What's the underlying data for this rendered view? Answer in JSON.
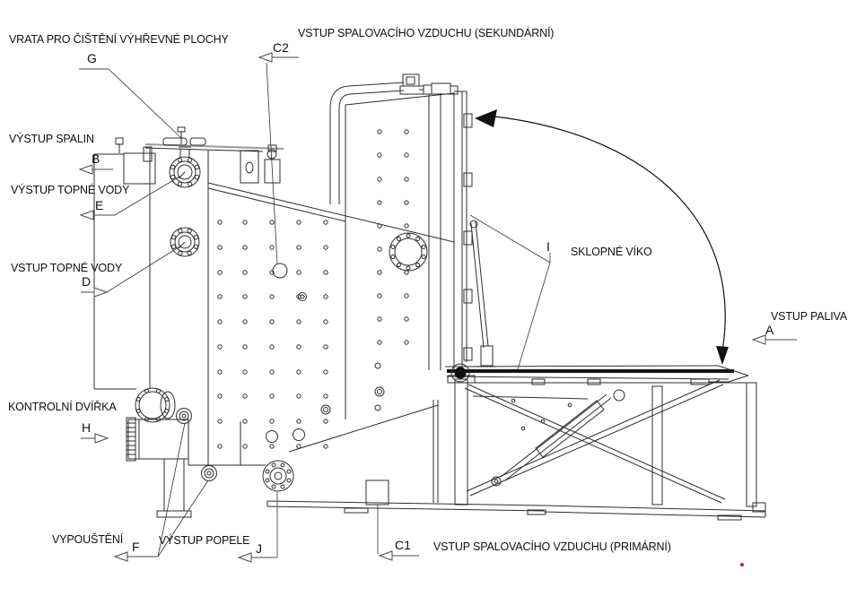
{
  "drawing_type": "boiler-side-view-technical-drawing",
  "colors": {
    "line": "#2e2e2e",
    "text": "#101010",
    "arrow": "#4a4a4a",
    "rail_gray": "#9a9a9a",
    "accent_dot": "#b92b27"
  },
  "callouts": {
    "fuel_inlet": {
      "letter": "A",
      "label": "VSTUP PALIVA"
    },
    "flue_gas_outlet": {
      "letter": "B",
      "label": "VÝSTUP SPALIN"
    },
    "primary_air_inlet": {
      "letter": "C1",
      "label": "VSTUP SPALOVACÍHO VZDUCHU (PRIMÁRNÍ)"
    },
    "secondary_air_inlet": {
      "letter": "C2",
      "label": "VSTUP SPALOVACÍHO VZDUCHU (SEKUNDÁRNÍ)"
    },
    "heating_water_inlet": {
      "letter": "D",
      "label": "VSTUP TOPNÉ VODY"
    },
    "heating_water_outlet": {
      "letter": "E",
      "label": "VÝSTUP TOPNÉ VODY"
    },
    "drain": {
      "letter": "F",
      "label": "VYPOUŠTĚNÍ"
    },
    "cleaning_door": {
      "letter": "G",
      "label": "VRATA PRO ČIŠTĚNÍ VÝHŘEVNÉ PLOCHY"
    },
    "inspection_door": {
      "letter": "H",
      "label": "KONTROLNÍ DVÍŘKA"
    },
    "tilting_lid": {
      "letter": "I",
      "label": "SKLOPNÉ VÍKO"
    },
    "ash_outlet": {
      "letter": "J",
      "label": "VÝSTUP POPELE"
    }
  }
}
